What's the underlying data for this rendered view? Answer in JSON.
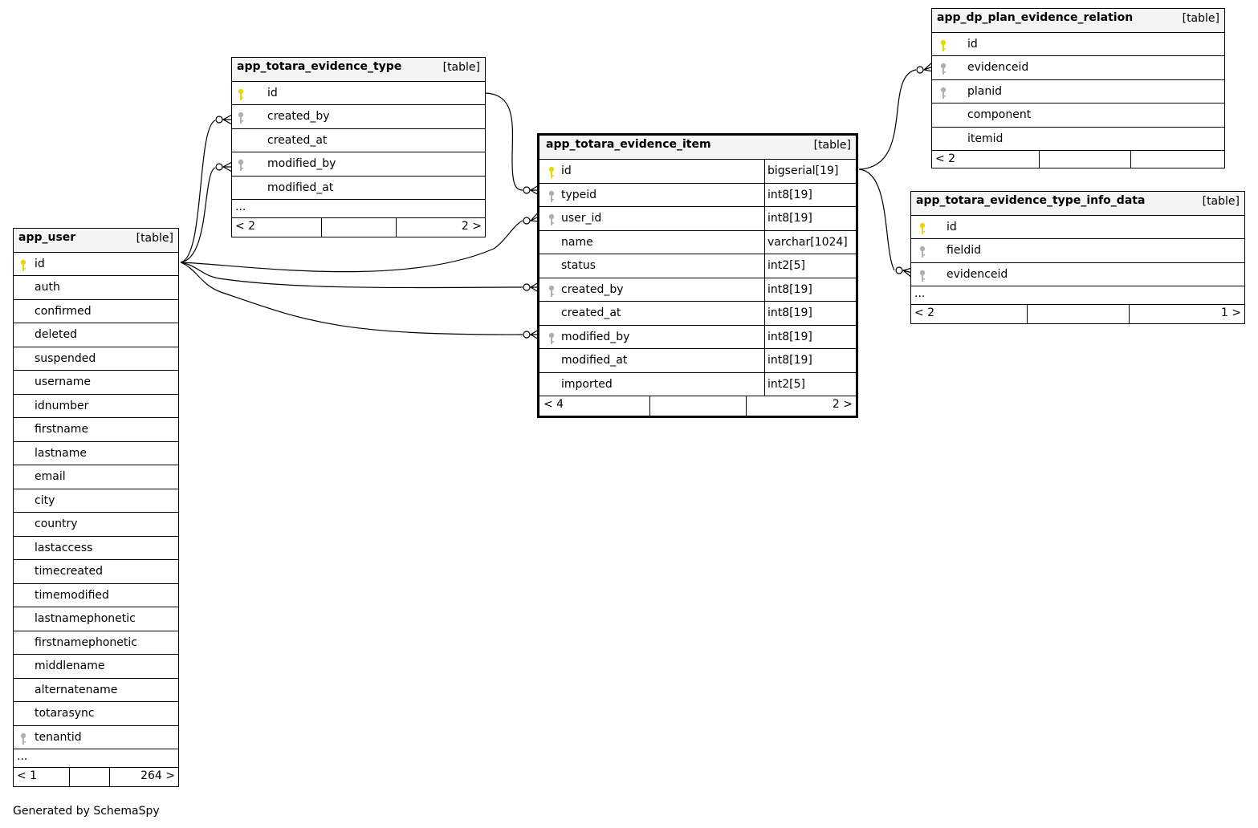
{
  "tables": {
    "app_user": {
      "name": "app_user",
      "kind": "[table]",
      "columns": [
        {
          "name": "id",
          "key": "pk"
        },
        {
          "name": "auth",
          "key": ""
        },
        {
          "name": "confirmed",
          "key": ""
        },
        {
          "name": "deleted",
          "key": ""
        },
        {
          "name": "suspended",
          "key": ""
        },
        {
          "name": "username",
          "key": ""
        },
        {
          "name": "idnumber",
          "key": ""
        },
        {
          "name": "firstname",
          "key": ""
        },
        {
          "name": "lastname",
          "key": ""
        },
        {
          "name": "email",
          "key": ""
        },
        {
          "name": "city",
          "key": ""
        },
        {
          "name": "country",
          "key": ""
        },
        {
          "name": "lastaccess",
          "key": ""
        },
        {
          "name": "timecreated",
          "key": ""
        },
        {
          "name": "timemodified",
          "key": ""
        },
        {
          "name": "lastnamephonetic",
          "key": ""
        },
        {
          "name": "firstnamephonetic",
          "key": ""
        },
        {
          "name": "middlename",
          "key": ""
        },
        {
          "name": "alternatename",
          "key": ""
        },
        {
          "name": "totarasync",
          "key": ""
        },
        {
          "name": "tenantid",
          "key": "fk"
        }
      ],
      "more": "...",
      "footer": {
        "left": "< 1",
        "right": "264 >"
      }
    },
    "app_totara_evidence_type": {
      "name": "app_totara_evidence_type",
      "kind": "[table]",
      "columns": [
        {
          "name": "id",
          "key": "pk"
        },
        {
          "name": "created_by",
          "key": "fk"
        },
        {
          "name": "created_at",
          "key": ""
        },
        {
          "name": "modified_by",
          "key": "fk"
        },
        {
          "name": "modified_at",
          "key": ""
        }
      ],
      "more": "...",
      "footer": {
        "left": "< 2",
        "right": "2 >"
      }
    },
    "app_totara_evidence_item": {
      "name": "app_totara_evidence_item",
      "kind": "[table]",
      "columns": [
        {
          "name": "id",
          "key": "pk",
          "type": "bigserial[19]"
        },
        {
          "name": "typeid",
          "key": "fk",
          "type": "int8[19]"
        },
        {
          "name": "user_id",
          "key": "fk",
          "type": "int8[19]"
        },
        {
          "name": "name",
          "key": "",
          "type": "varchar[1024]"
        },
        {
          "name": "status",
          "key": "",
          "type": "int2[5]"
        },
        {
          "name": "created_by",
          "key": "fk",
          "type": "int8[19]"
        },
        {
          "name": "created_at",
          "key": "",
          "type": "int8[19]"
        },
        {
          "name": "modified_by",
          "key": "fk",
          "type": "int8[19]"
        },
        {
          "name": "modified_at",
          "key": "",
          "type": "int8[19]"
        },
        {
          "name": "imported",
          "key": "",
          "type": "int2[5]"
        }
      ],
      "footer": {
        "left": "< 4",
        "right": "2 >"
      }
    },
    "app_dp_plan_evidence_relation": {
      "name": "app_dp_plan_evidence_relation",
      "kind": "[table]",
      "columns": [
        {
          "name": "id",
          "key": "pk"
        },
        {
          "name": "evidenceid",
          "key": "fk"
        },
        {
          "name": "planid",
          "key": "fk"
        },
        {
          "name": "component",
          "key": ""
        },
        {
          "name": "itemid",
          "key": ""
        }
      ],
      "footer": {
        "left": "< 2",
        "right": ""
      }
    },
    "app_totara_evidence_type_info_data": {
      "name": "app_totara_evidence_type_info_data",
      "kind": "[table]",
      "columns": [
        {
          "name": "id",
          "key": "pk"
        },
        {
          "name": "fieldid",
          "key": "fk"
        },
        {
          "name": "evidenceid",
          "key": "fk"
        }
      ],
      "more": "...",
      "footer": {
        "left": "< 2",
        "right": "1 >"
      }
    }
  },
  "colors": {
    "primary_key": "#e6d800",
    "foreign_key": "#b0b0b0",
    "header_bg": "#f4f4f4"
  },
  "footer_note": "Generated by SchemaSpy"
}
